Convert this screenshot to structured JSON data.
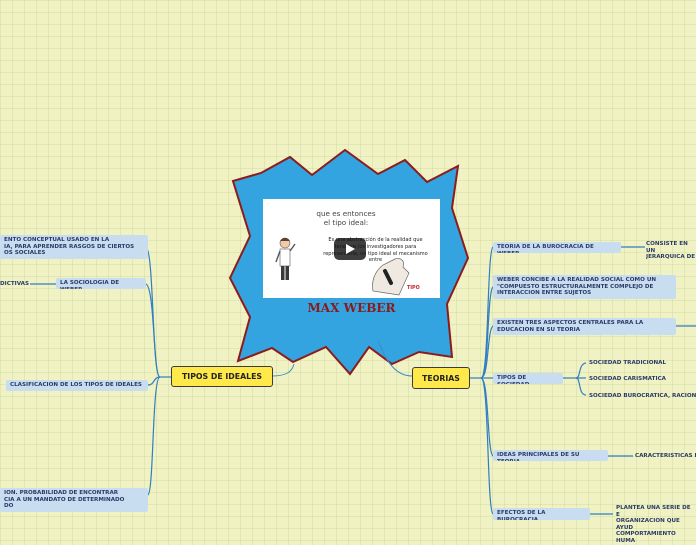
{
  "central": {
    "title": "MAX WEBER",
    "video_heading": "que es  entonces\nel tipo ideal:",
    "video_text": "Es una abstracción de la realidad que tenemos los investigadores para representarla, un tipo ideal el mecanismo entre",
    "video_watermark": "TIPO"
  },
  "left_main": "TIPOS DE IDEALES",
  "right_main": "TEORIAS",
  "left_nodes": [
    {
      "label": "ENTO CONCEPTUAL USADO EN LA\nIA, PARA APRENDER RASGOS DE CIERTOS\nOS SOCIALES"
    },
    {
      "label": "LA SOCIOLOGIA DE WEBER",
      "child": "DICTIVAS"
    },
    {
      "label": "CLASIFICACION DE LOS TIPOS DE IDEALES"
    },
    {
      "label": "ION. PROBABILIDAD DE ENCONTRAR\nCIA A UN MANDATO DE DETERMINADO\nDO"
    }
  ],
  "right_nodes": [
    {
      "label": "TEORIA DE LA BUROCRACIA DE WEBER",
      "child": "CONSISTE EN UN\nJERARQUICA DE"
    },
    {
      "label": "WEBER CONCIBE A LA REALIDAD SOCIAL COMO UN\n\"COMPUESTO ESTRUCTURALMENTE COMPLEJO DE\nINTERACCION ENTRE SUJETOS"
    },
    {
      "label": "EXISTEN TRES ASPECTOS CENTRALES PARA LA\nEDUCACION EN SU TEORIA"
    },
    {
      "label": "TIPOS DE SOCIEDAD",
      "children": [
        "SOCIEDAD TRADICIONAL",
        "SOCIEDAD CARISMATICA",
        "SOCIEDAD BUROCRATICA, RACIONA"
      ]
    },
    {
      "label": "IDEAS PRINCIPALES DE SU TEORIA",
      "child": "CARACTERISTICAS DE"
    },
    {
      "label": "EFECTOS DE LA BUROCRACIA",
      "child": "PLANTEA UNA SERIE DE E\nORGANIZACION QUE AYUD\nCOMPORTAMIENTO HUMA"
    }
  ]
}
